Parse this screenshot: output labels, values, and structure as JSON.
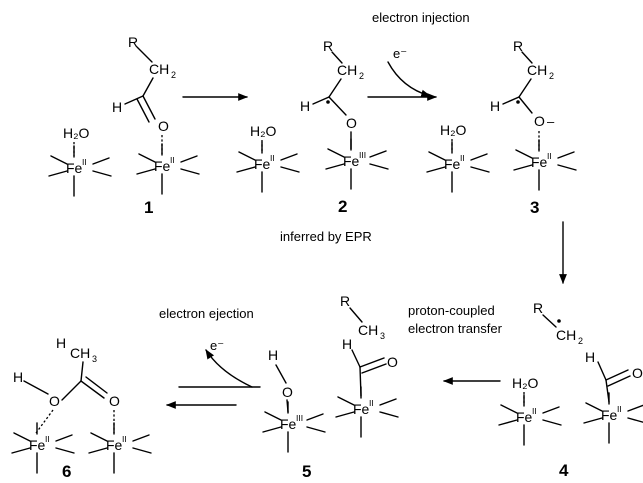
{
  "annotations": {
    "electron_injection": "electron injection",
    "inferred_by_epr": "inferred by EPR",
    "electron_ejection": "electron ejection",
    "pcet_line1": "proton-coupled",
    "pcet_line2": "electron transfer"
  },
  "compounds": {
    "c1": "1",
    "c2": "2",
    "c3": "3",
    "c4": "4",
    "c5": "5",
    "c6": "6"
  },
  "atoms": {
    "fe": "Fe",
    "ox2": "II",
    "ox3": "III",
    "o": "O",
    "h": "H",
    "r": "R",
    "ch": "CH",
    "two": "2",
    "three": "3",
    "water": "H₂O",
    "electron": "e⁻",
    "minus": "–"
  }
}
